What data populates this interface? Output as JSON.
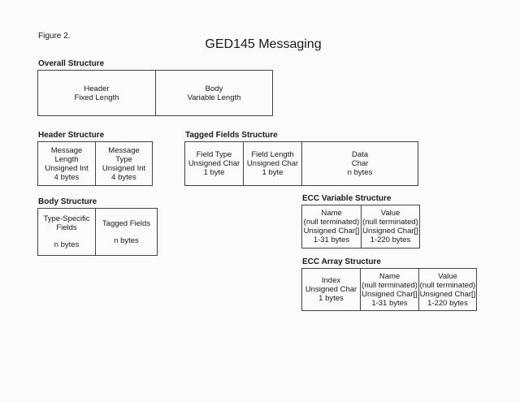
{
  "figure_label": "Figure 2.",
  "title": "GED145 Messaging",
  "overall": {
    "heading": "Overall Structure",
    "cells": [
      {
        "lines": [
          "Header",
          "Fixed Length"
        ]
      },
      {
        "lines": [
          "Body",
          "Variable Length"
        ]
      }
    ]
  },
  "header": {
    "heading": "Header Structure",
    "cells": [
      {
        "lines": [
          "Message",
          "Length",
          "Unsigned Int",
          "4 bytes"
        ]
      },
      {
        "lines": [
          "Message",
          "Type",
          "Unsigned Int",
          "4 bytes"
        ]
      }
    ]
  },
  "tagged": {
    "heading": "Tagged Fields Structure",
    "cells": [
      {
        "lines": [
          "Field Type",
          "Unsigned Char",
          "1 byte"
        ]
      },
      {
        "lines": [
          "Field Length",
          "Unsigned Char",
          "1 byte"
        ]
      },
      {
        "lines": [
          "Data",
          "Char",
          "n bytes"
        ]
      }
    ]
  },
  "body": {
    "heading": "Body Structure",
    "cells": [
      {
        "lines": [
          "Type-Specific",
          "Fields"
        ],
        "bottom": "n bytes"
      },
      {
        "lines": [
          "Tagged Fields"
        ],
        "bottom": "n bytes"
      }
    ]
  },
  "ecc_variable": {
    "heading": "ECC Variable Structure",
    "cells": [
      {
        "lines": [
          "Name",
          "(null terminated)",
          "Unsigned Char[]",
          "1-31 bytes"
        ]
      },
      {
        "lines": [
          "Value",
          "(null terminated)",
          "Unsigned Char[]",
          "1-220 bytes"
        ]
      }
    ]
  },
  "ecc_array": {
    "heading": "ECC Array Structure",
    "cells": [
      {
        "lines": [
          "Index",
          "Unsigned Char",
          "1 bytes"
        ]
      },
      {
        "lines": [
          "Name",
          "(null terminated)",
          "Unsigned Char[]",
          "1-31 bytes"
        ]
      },
      {
        "lines": [
          "Value",
          "(null terminated)",
          "Unsigned Char[]",
          "1-220 bytes"
        ]
      }
    ]
  }
}
